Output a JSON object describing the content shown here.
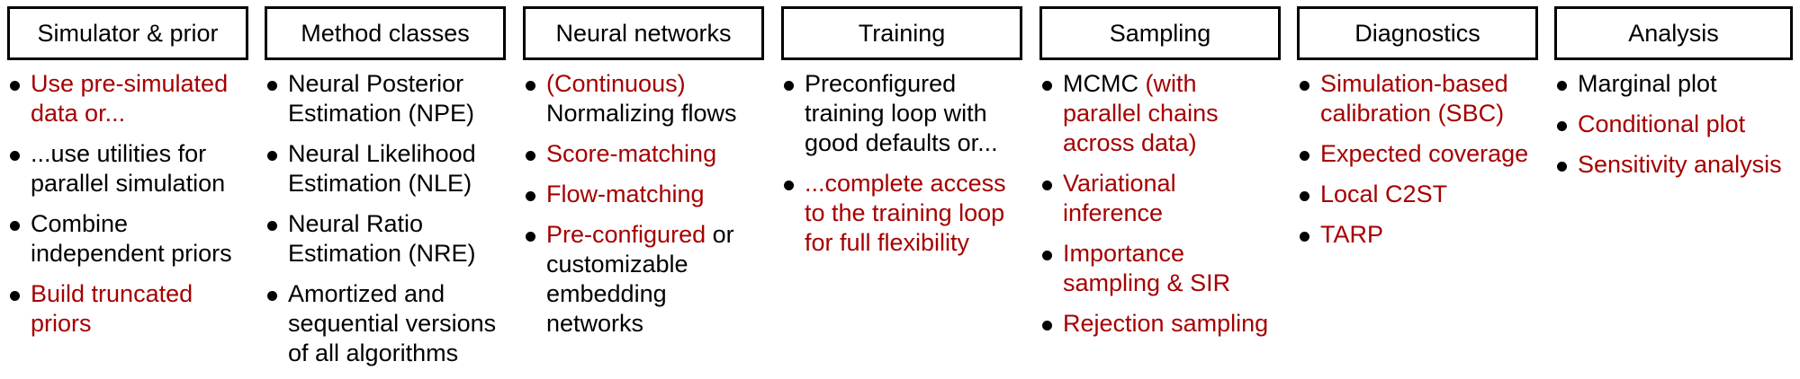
{
  "colors": {
    "highlight": "#a50000",
    "text": "#000000"
  },
  "columns": [
    {
      "title": "Simulator & prior",
      "items": [
        [
          {
            "t": "Use pre-simulated data or...",
            "red": true
          }
        ],
        [
          {
            "t": "...use utilities for parallel simulation",
            "red": false
          }
        ],
        [
          {
            "t": "Combine independent priors",
            "red": false
          }
        ],
        [
          {
            "t": "Build truncated priors",
            "red": true
          }
        ]
      ]
    },
    {
      "title": "Method classes",
      "items": [
        [
          {
            "t": "Neural Posterior Estimation (NPE)",
            "red": false
          }
        ],
        [
          {
            "t": "Neural Likelihood Estimation (NLE)",
            "red": false
          }
        ],
        [
          {
            "t": "Neural Ratio Estimation (NRE)",
            "red": false
          }
        ],
        [
          {
            "t": "Amortized and sequential versions of all algorithms",
            "red": false
          }
        ]
      ]
    },
    {
      "title": "Neural networks",
      "items": [
        [
          {
            "t": "(Continuous)",
            "red": true
          },
          {
            "t": " Normalizing flows",
            "red": false
          }
        ],
        [
          {
            "t": "Score-matching",
            "red": true
          }
        ],
        [
          {
            "t": "Flow-matching",
            "red": true
          }
        ],
        [
          {
            "t": "Pre-configured",
            "red": true
          },
          {
            "t": " or customizable embedding networks",
            "red": false
          }
        ]
      ]
    },
    {
      "title": "Training",
      "items": [
        [
          {
            "t": "Preconfigured training loop with good defaults or...",
            "red": false
          }
        ],
        [
          {
            "t": "...complete access to the training loop for full flexibility",
            "red": true
          }
        ]
      ]
    },
    {
      "title": "Sampling",
      "items": [
        [
          {
            "t": "MCMC ",
            "red": false
          },
          {
            "t": "(with parallel chains across data)",
            "red": true
          }
        ],
        [
          {
            "t": "Variational inference",
            "red": true
          }
        ],
        [
          {
            "t": "Importance sampling & SIR",
            "red": true
          }
        ],
        [
          {
            "t": "Rejection sampling",
            "red": true
          }
        ]
      ]
    },
    {
      "title": "Diagnostics",
      "items": [
        [
          {
            "t": "Simulation-based calibration (SBC)",
            "red": true
          }
        ],
        [
          {
            "t": "Expected coverage",
            "red": true
          }
        ],
        [
          {
            "t": "Local C2ST",
            "red": true
          }
        ],
        [
          {
            "t": "TARP",
            "red": true
          }
        ]
      ]
    },
    {
      "title": "Analysis",
      "items": [
        [
          {
            "t": "Marginal plot",
            "red": false
          }
        ],
        [
          {
            "t": "Conditional plot",
            "red": true
          }
        ],
        [
          {
            "t": "Sensitivity analysis",
            "red": true
          }
        ]
      ]
    }
  ]
}
